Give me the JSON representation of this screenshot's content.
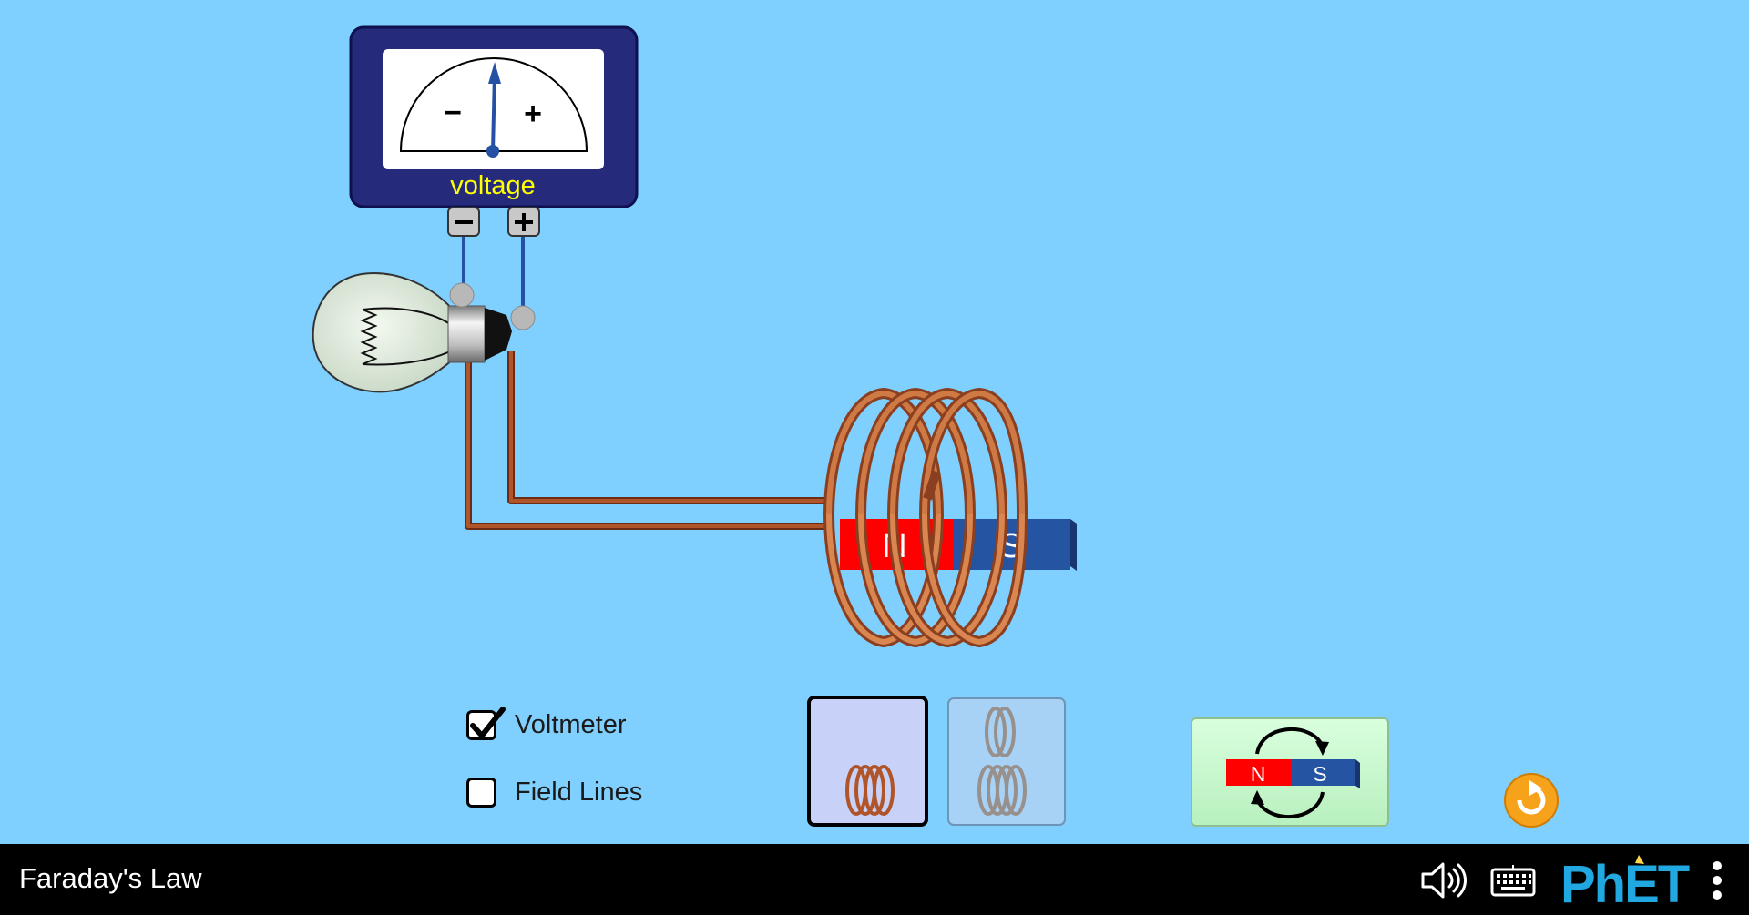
{
  "sim": {
    "title": "Faraday's Law",
    "voltmeter_label": "voltage",
    "meter_minus": "−",
    "meter_plus": "+",
    "magnet": {
      "north": "N",
      "south": "S"
    },
    "checkboxes": [
      {
        "label": "Voltmeter",
        "checked": true
      },
      {
        "label": "Field Lines",
        "checked": false
      }
    ],
    "flip_button": {
      "north": "N",
      "south": "S"
    }
  },
  "colors": {
    "background": "#80D0FF",
    "meter_body": "#252B7A",
    "voltage_text": "#FFFF00",
    "copper": "#C86A35",
    "north": "#FF0000",
    "south": "#2454A2",
    "nav": "#000000",
    "phet_logo": "#21A8E0"
  },
  "icons": [
    "sound-icon",
    "keyboard-icon",
    "phet-logo",
    "menu-icon",
    "reset-icon"
  ]
}
